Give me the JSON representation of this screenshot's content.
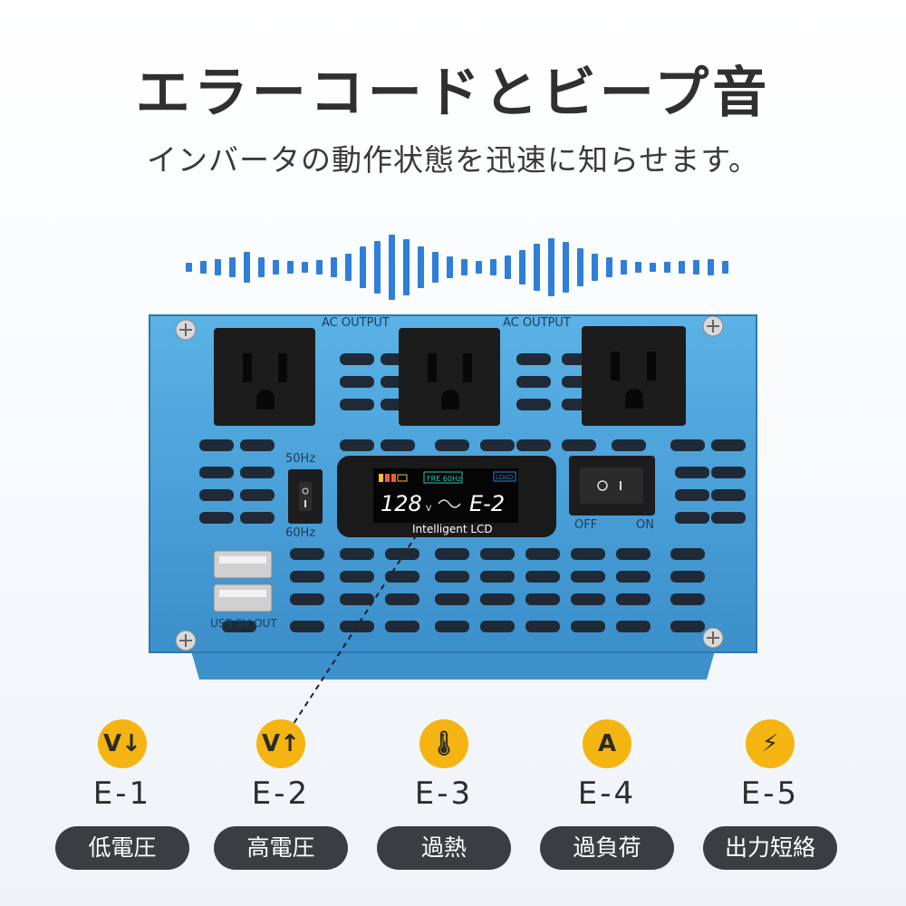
{
  "header": {
    "title": "エラーコードとビープ音",
    "subtitle": "インバータの動作状態を迅速に知らせます。"
  },
  "device": {
    "ac_output_label": "AC OUTPUT",
    "freq_top": "50Hz",
    "freq_bottom": "60Hz",
    "lcd": {
      "voltage": "128",
      "voltage_unit": "V",
      "freq_badge": "FRE 60Hz",
      "load_badge": "LOAD",
      "code": "E-2",
      "label": "Intelligent LCD"
    },
    "switch_off": "OFF",
    "switch_on": "ON",
    "usb_label": "USB 5V OUT"
  },
  "codes": [
    {
      "id": "E-1",
      "label": "低電圧",
      "icon": "low-voltage-icon",
      "glyph": "V↓"
    },
    {
      "id": "E-2",
      "label": "高電圧",
      "icon": "high-voltage-icon",
      "glyph": "V↑"
    },
    {
      "id": "E-3",
      "label": "過熱",
      "icon": "thermometer-icon",
      "glyph": "🌡"
    },
    {
      "id": "E-4",
      "label": "過負荷",
      "icon": "ampere-icon",
      "glyph": "A"
    },
    {
      "id": "E-5",
      "label": "出力短絡",
      "icon": "lightning-icon",
      "glyph": "⚡"
    }
  ],
  "colors": {
    "wave": "#2f7fd9",
    "housing": "#4aa2dc",
    "icon_bg": "#f4b512",
    "pill_bg": "#3b3d40",
    "lcd_text": "#ffffff",
    "lcd_accent": "#2ec4b6"
  }
}
